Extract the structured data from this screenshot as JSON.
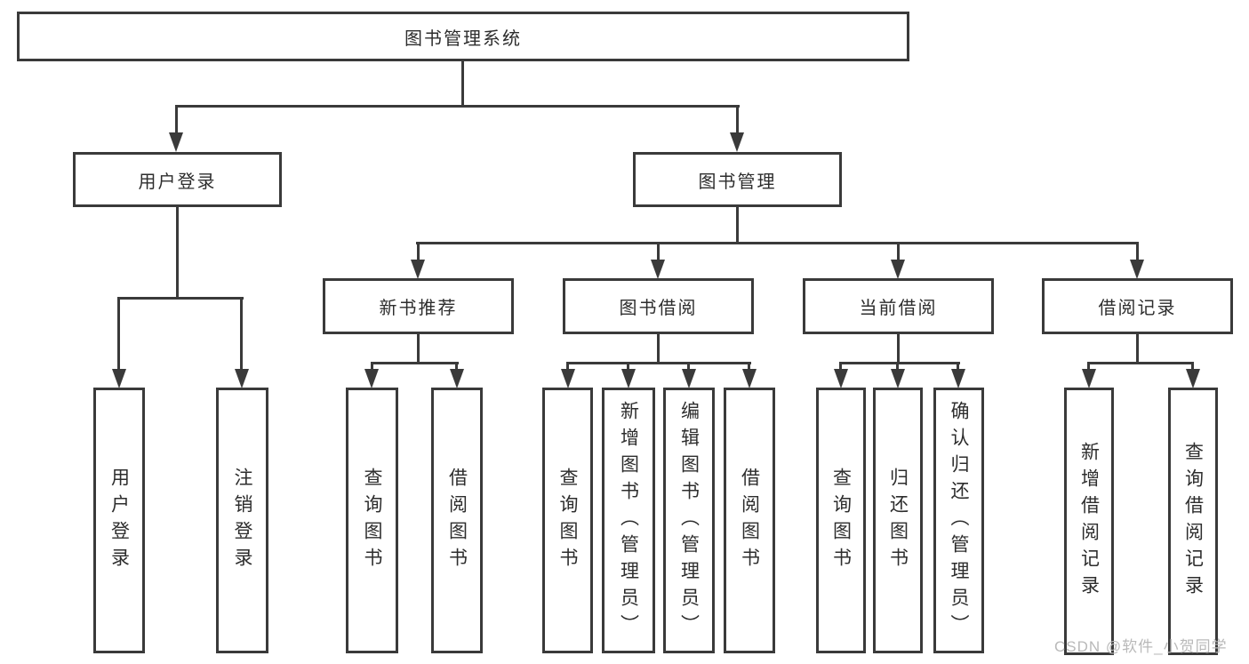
{
  "diagram": {
    "title": "图书管理系统",
    "tree": {
      "root": "图书管理系统",
      "branches": [
        {
          "label": "用户登录",
          "children": [
            "用户登录",
            "注销登录"
          ]
        },
        {
          "label": "图书管理",
          "children": [
            {
              "label": "新书推荐",
              "children": [
                "查询图书",
                "借阅图书"
              ]
            },
            {
              "label": "图书借阅",
              "children": [
                "查询图书",
                "新增图书（管理员）",
                "编辑图书（管理员）",
                "借阅图书"
              ]
            },
            {
              "label": "当前借阅",
              "children": [
                "查询图书",
                "归还图书",
                "确认归还（管理员）"
              ]
            },
            {
              "label": "借阅记录",
              "children": [
                "新增借阅记录",
                "查询借阅记录"
              ]
            }
          ]
        }
      ]
    },
    "colors": {
      "line": "#3a3a3a",
      "text": "#2d2d2d",
      "background": "#ffffff",
      "watermark": "#b9b9b9"
    }
  },
  "watermark": "CSDN @软件_小贺同学"
}
